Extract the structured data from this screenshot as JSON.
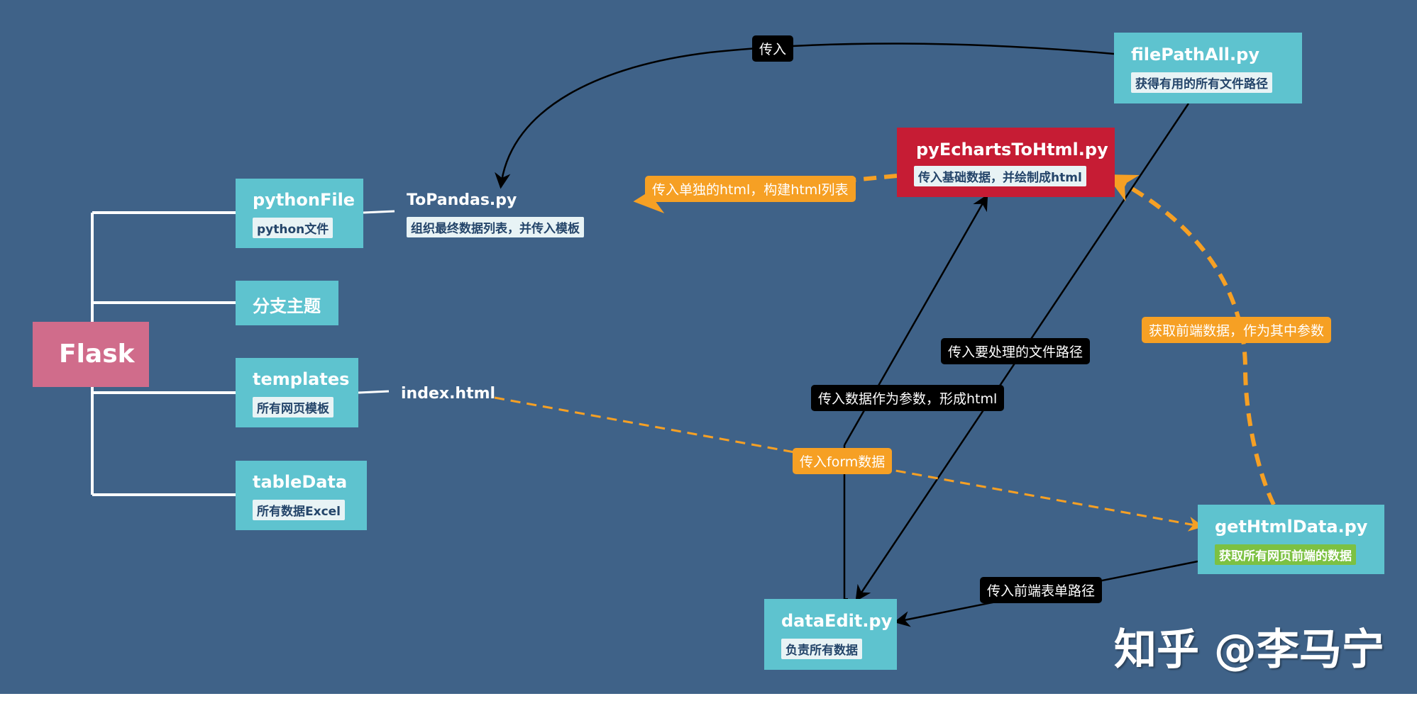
{
  "root": {
    "title": "Flask"
  },
  "branches": [
    {
      "title": "pythonFile",
      "sub": "python文件"
    },
    {
      "title": "分支主题"
    },
    {
      "title": "templates",
      "sub": "所有网页模板"
    },
    {
      "title": "tableData",
      "sub": "所有数据Excel"
    }
  ],
  "files": {
    "topandas": {
      "title": "ToPandas.py",
      "sub": "组织最终数据列表，并传入模板"
    },
    "index": {
      "title": "index.html"
    },
    "filepathall": {
      "title": "filePathAll.py",
      "sub": "获得有用的所有文件路径"
    },
    "pyecharts": {
      "title": "pyEchartsToHtml.py",
      "sub": "传入基础数据，并绘制成html"
    },
    "gethtmldata": {
      "title": "getHtmlData.py",
      "sub": "获取所有网页前端的数据"
    },
    "dataedit": {
      "title": "dataEdit.py",
      "sub": "负责所有数据"
    }
  },
  "edge_labels": {
    "pass_in": "传入",
    "pass_single_html": "传入单独的html，构建html列表",
    "get_frontend_data": "获取前端数据，作为其中参数",
    "pass_file_path": "传入要处理的文件路径",
    "pass_data_params": "传入数据作为参数，形成html",
    "pass_form_data": "传入form数据",
    "pass_form_path": "传入前端表单路径"
  },
  "watermark": "知乎 @李马宁",
  "colors": {
    "background": "#3f6288",
    "teal_node": "#5ec3cf",
    "red_node": "#c61c34",
    "root_node": "#d06c8b",
    "orange_accent": "#f6a024",
    "sub_label_green": "#7cc142"
  }
}
